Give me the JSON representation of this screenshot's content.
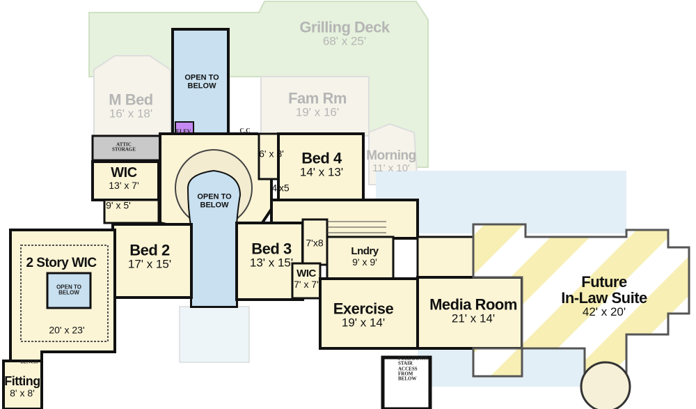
{
  "plan": {
    "colors": {
      "room": "#fbf5d6",
      "open_below": "#c8e0f0",
      "deck": "#e6f2dd",
      "ghost_room": "#f6f4ea",
      "attic": "#c9c9c9",
      "elevator": "#c58af2",
      "future_stripe": "#f7efb4",
      "wall": "#111111"
    },
    "rooms": {
      "grilling_deck": {
        "name": "Grilling Deck",
        "size": "68' x 25'"
      },
      "m_bed": {
        "name": "M Bed",
        "size": "16' x 18'"
      },
      "fam_rm": {
        "name": "Fam Rm",
        "size": "19' x 16'"
      },
      "morning": {
        "name": "Morning",
        "size": "11' x 10'"
      },
      "open_below_top": {
        "name": "OPEN TO BELOW"
      },
      "elev": {
        "name": "ELEV."
      },
      "cc": {
        "name": "C.C"
      },
      "attic": {
        "name": "ATTIC STORAGE"
      },
      "open_below_stair": {
        "name": "OPEN TO BELOW"
      },
      "bath_6x8": {
        "size": "6' x 8'"
      },
      "bed4": {
        "name": "Bed 4",
        "size": "14' x 13'"
      },
      "closet_4x5": {
        "size": "4'x5"
      },
      "wic": {
        "name": "WIC",
        "size": "13' x 7'"
      },
      "bath_9x5": {
        "size": "9' x 5'"
      },
      "bed2": {
        "name": "Bed 2",
        "size": "17' x 15'"
      },
      "bed3": {
        "name": "Bed 3",
        "size": "13' x 15'"
      },
      "bath_7x8": {
        "size": "7'x8"
      },
      "lndry": {
        "name": "Lndry",
        "size": "9' x 9'"
      },
      "wic2": {
        "name": "WIC",
        "size": "7' x 7'"
      },
      "exercise": {
        "name": "Exercise",
        "size": "19' x 14'"
      },
      "media": {
        "name": "Media Room",
        "size": "21' x 14'"
      },
      "future": {
        "name": "Future",
        "name2": "In-Law Suite",
        "size": "42' x 20'"
      },
      "story_wic": {
        "name": "2 Story WIC",
        "size": "20' x 23'"
      },
      "open_below_wic": {
        "name": "OPEN TO BELOW"
      },
      "fitting": {
        "name": "Fitting",
        "size": "8' x 8'"
      },
      "bench": {
        "name": "BENCH"
      },
      "stair_access": {
        "name": "FULL DOWN STAIR ACCESS FROM BELOW"
      }
    }
  }
}
